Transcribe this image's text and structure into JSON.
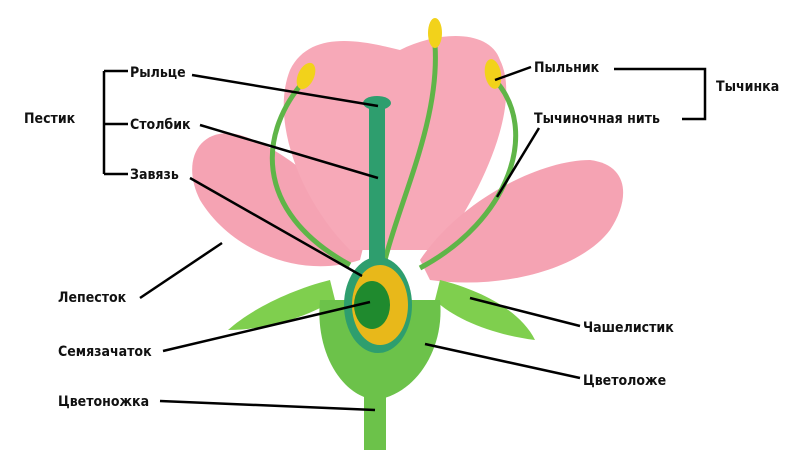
{
  "labels": {
    "pistil": "Пестик",
    "stigma": "Рыльце",
    "style": "Столбик",
    "ovary": "Завязь",
    "anther": "Пыльник",
    "stamen": "Тычинка",
    "filament": "Тычиночная нить",
    "petal": "Лепесток",
    "ovule": "Семязачаток",
    "sepal": "Чашелистик",
    "receptacle": "Цветоложе",
    "pedicel": "Цветоножка"
  },
  "colors": {
    "petal": "#f5a3b3",
    "green": "#6cc24a",
    "pistil": "#2e9e6e",
    "anther": "#f2d21b",
    "ovule": "#1f8a2e"
  }
}
